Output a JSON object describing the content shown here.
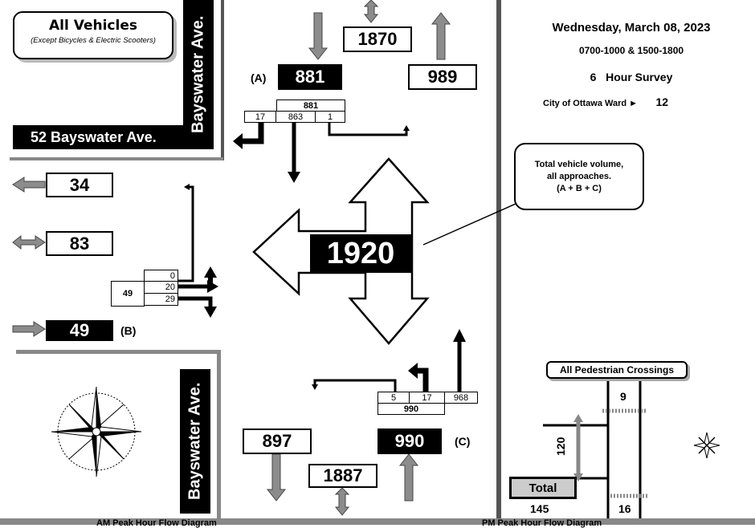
{
  "legend": {
    "title": "All Vehicles",
    "subtitle": "(Except Bicycles & Electric Scooters)"
  },
  "location": {
    "address": "52 Bayswater Ave.",
    "street_top": "Bayswater Ave.",
    "street_bottom": "Bayswater Ave."
  },
  "survey": {
    "date": "Wednesday, March 08, 2023",
    "times": "0700-1000 & 1500-1800",
    "duration_num": "6",
    "duration_label": "Hour Survey",
    "ward_label": "City of Ottawa Ward ►",
    "ward_num": "12"
  },
  "total": {
    "value": "1920",
    "callout": "Total vehicle volume,\nall approaches.\n(A + B + C)"
  },
  "north": {
    "total": "1870",
    "entering_label": "(A)",
    "entering": "881",
    "exiting": "989",
    "approach_total": "881",
    "right": "17",
    "through": "863",
    "left": "1"
  },
  "west": {
    "exiting": "34",
    "total": "83",
    "entering": "49",
    "entering_label": "(B)",
    "left": "0",
    "through": "20",
    "right": "29",
    "approach_total": "49"
  },
  "south": {
    "exiting": "897",
    "total": "1887",
    "entering": "990",
    "entering_label": "(C)",
    "left": "5",
    "through": "17",
    "right": "968",
    "approach_total": "990"
  },
  "pedestrian": {
    "title": "All Pedestrian Crossings",
    "north": "9",
    "west": "120",
    "south": "16",
    "total_label": "Total",
    "total": "145"
  },
  "footer": {
    "left": "AM Peak Hour Flow Diagram",
    "right": "PM Peak Hour Flow Diagram"
  },
  "colors": {
    "arrow_gray": "#8c8c8c",
    "dark": "#000000",
    "panel_border": "#555555"
  }
}
